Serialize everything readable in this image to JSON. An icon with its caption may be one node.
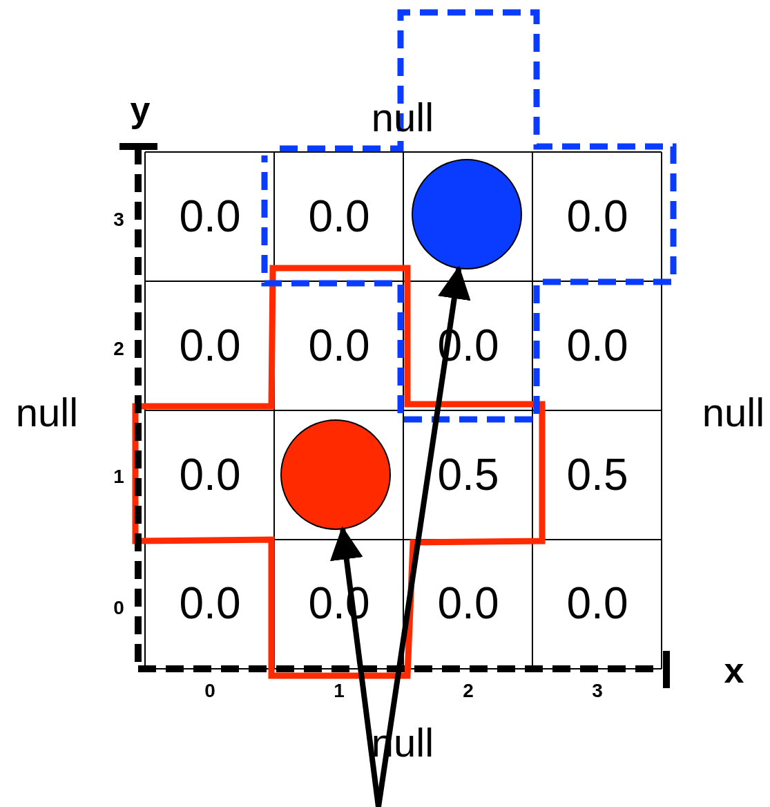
{
  "diagram": {
    "nodes": [
      {
        "text": [],
        "shape": "circle"
      },
      {
        "text": [],
        "shape": "circle"
      }
    ],
    "edges": [
      {
        "from": null,
        "to": 0,
        "arrow": "to"
      },
      {
        "from": null,
        "to": 1,
        "arrow": "to"
      }
    ],
    "labels": [
      "y",
      "null",
      "3",
      "0.0",
      "0.0",
      "0.0",
      "2",
      "0.0",
      "0.0",
      "0.0",
      "0.0",
      "null",
      "1",
      "0.0",
      "0.5",
      "0.5",
      "null",
      "0",
      "0.0",
      "0.0",
      "0.0",
      "0.0",
      "x",
      "0",
      "1",
      "2",
      "3",
      "null"
    ]
  }
}
